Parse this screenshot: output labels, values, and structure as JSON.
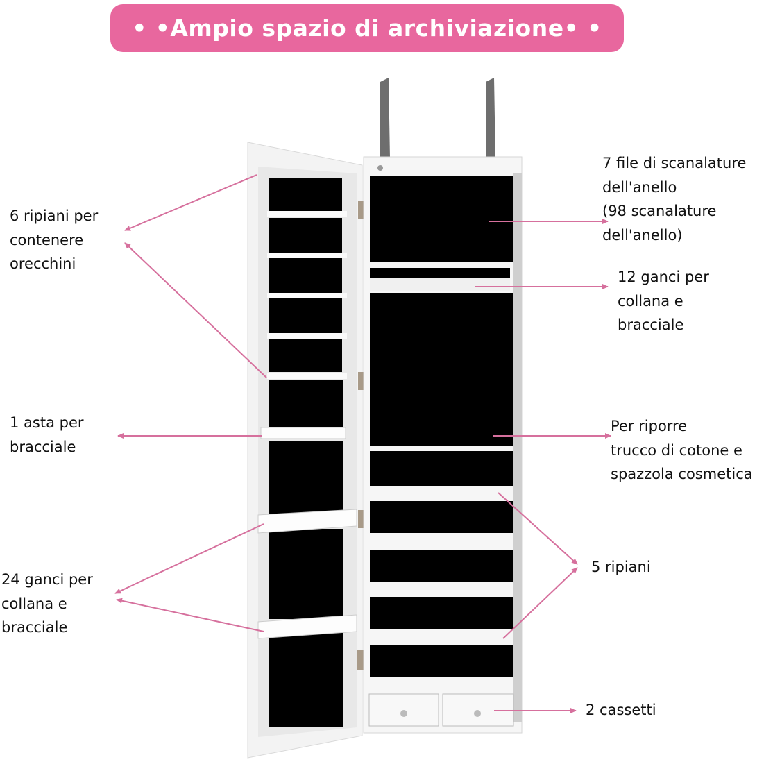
{
  "banner": {
    "title": "• •Ampio spazio di archiviazione• •",
    "background_color": "#e8679e",
    "text_color": "#ffffff"
  },
  "annotation_color": "#d6709d",
  "labels": {
    "ring_slots": "7 file di scanalature\ndell'anello\n(98 scanalature\ndell'anello)",
    "earring_shelves": "6 ripiani per\ncontenere\norecchini",
    "necklace_hooks_12": "12 ganci per\ncollana e\nbracciale",
    "bracelet_rod": "1 asta per\nbracciale",
    "cosmetics_storage": "Per riporre\ntrucco di cotone e\nspazzola cosmetica",
    "necklace_hooks_24": "24 ganci per\ncollana e\nbracciale",
    "shelves": "5 ripiani",
    "drawers": "2 cassetti"
  }
}
